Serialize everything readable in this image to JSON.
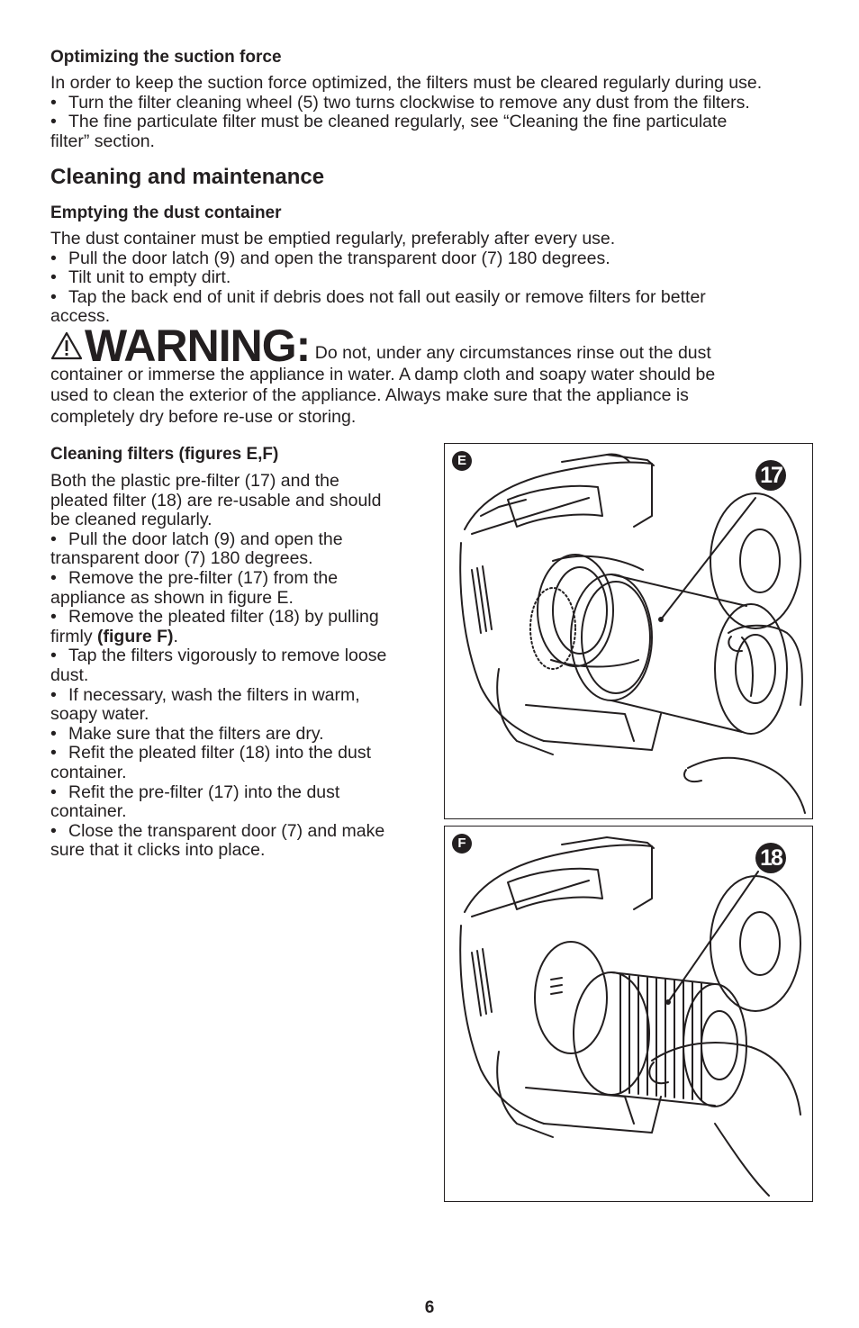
{
  "suction": {
    "heading": "Optimizing the suction force",
    "lines": [
      "In order to keep the suction force optimized, the filters must be cleared regularly during use.",
      "Turn the filter cleaning wheel (5) two turns clockwise to remove any dust from the filters.",
      "The fine particulate filter must be cleaned regularly, see “Cleaning the fine particulate",
      "filter” section."
    ]
  },
  "maintenance": {
    "heading": "Cleaning and maintenance"
  },
  "emptying": {
    "heading": "Emptying the dust container",
    "lines": [
      "The dust container must be emptied regularly, preferably after every use.",
      "Pull the door latch (9) and open the transparent door (7) 180 degrees.",
      "Tilt unit to empty dirt.",
      "Tap the back end of unit if debris does not fall out easily or remove filters for better",
      "access."
    ]
  },
  "warning": {
    "word": "WARNING:",
    "lines": [
      "Do not, under any circumstances rinse out the dust",
      "container or immerse the appliance in water. A damp cloth and soapy water should be",
      "used to clean the exterior of the appliance. Always make sure that the appliance is",
      "completely dry before re-use or storing."
    ]
  },
  "filters": {
    "heading": "Cleaning filters (figures E,F)",
    "lines": [
      "Both the plastic pre-filter (17) and the",
      "pleated filter (18) are re-usable and should",
      "be cleaned regularly.",
      "Pull the door latch (9) and open the",
      "transparent door (7) 180 degrees.",
      "Remove the pre-filter (17) from the",
      "appliance as shown in figure E.",
      "Remove the pleated filter (18) by pulling",
      "firmly",
      "(figure F)",
      ".",
      "Tap the filters vigorously to remove loose",
      "dust.",
      "If necessary, wash the filters in warm,",
      "soapy water.",
      "Make sure that the filters are dry.",
      "Refit the pleated filter (18) into the dust",
      "container.",
      "Refit the pre-filter (17) into the dust",
      "container.",
      "Close the transparent door (7) and make",
      "sure that it clicks into place."
    ]
  },
  "figures": {
    "e": {
      "letter": "E",
      "callout": "17"
    },
    "f": {
      "letter": "F",
      "callout": "18"
    }
  },
  "bullet_char": "•",
  "page_number": "6"
}
